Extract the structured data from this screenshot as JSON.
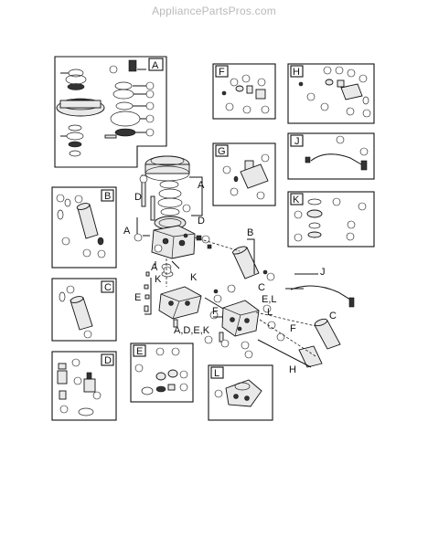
{
  "watermark": "AppliancePartsPros.com",
  "panels": {
    "A": "A",
    "B": "B",
    "C": "C",
    "D": "D",
    "E": "E",
    "F": "F",
    "G": "G",
    "H": "H",
    "J": "J",
    "K": "K",
    "L": "L"
  },
  "callouts": {
    "A": "A",
    "B": "B",
    "C": "C",
    "D": "D",
    "E": "E",
    "F": "F",
    "H": "H",
    "J": "J",
    "K": "K",
    "L": "L",
    "EL": "E,L",
    "ADEK": "A,D,E,K"
  }
}
